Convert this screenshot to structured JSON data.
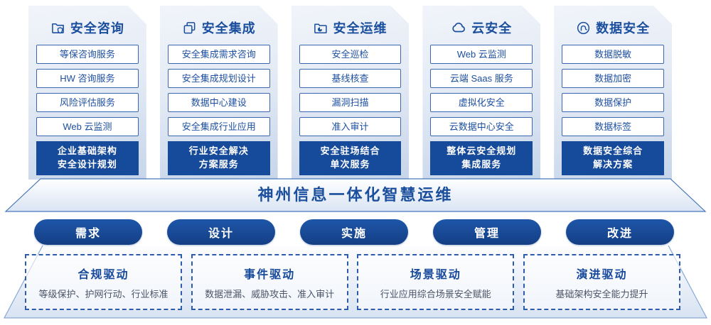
{
  "colors": {
    "primary": "#17499B",
    "primary_dark": "#143E84",
    "box_border": "#3A67B0",
    "text_blue": "#1B4F9E",
    "desc_gray": "#4A5568"
  },
  "columns": [
    {
      "title": "安全咨询",
      "icon": "folder-shield-icon",
      "items": [
        "等保咨询服务",
        "HW 咨询服务",
        "风险评估服务",
        "Web 云监测"
      ],
      "footer_lines": [
        "企业基础架构",
        "安全设计规划"
      ]
    },
    {
      "title": "安全集成",
      "icon": "layers-icon",
      "items": [
        "安全集成需求咨询",
        "安全集成规划设计",
        "数据中心建设",
        "安全集成行业应用"
      ],
      "footer_lines": [
        "行业安全解决",
        "方案服务"
      ]
    },
    {
      "title": "安全运维",
      "icon": "folder-pie-icon",
      "items": [
        "安全巡检",
        "基线核查",
        "漏洞扫描",
        "准入审计"
      ],
      "footer_lines": [
        "安全驻场结合",
        "单次服务"
      ]
    },
    {
      "title": "云安全",
      "icon": "cloud-icon",
      "items": [
        "Web 云监测",
        "云端 Saas 服务",
        "虚拟化安全",
        "云数据中心安全"
      ],
      "footer_lines": [
        "整体云安全规划",
        "集成服务"
      ]
    },
    {
      "title": "数据安全",
      "icon": "fingerprint-icon",
      "items": [
        "数据脱敏",
        "数据加密",
        "数据保护",
        "数据标签"
      ],
      "footer_lines": [
        "数据安全综合",
        "解决方案"
      ]
    }
  ],
  "banner": {
    "title": "神州信息一体化智慧运维"
  },
  "phases": [
    {
      "label": "需求"
    },
    {
      "label": "设计"
    },
    {
      "label": "实施"
    },
    {
      "label": "管理"
    },
    {
      "label": "改进"
    }
  ],
  "drivers": [
    {
      "title": "合规驱动",
      "desc": "等级保护、护网行动、行业标准"
    },
    {
      "title": "事件驱动",
      "desc": "数据泄漏、威胁攻击、准入审计"
    },
    {
      "title": "场景驱动",
      "desc": "行业应用综合场景安全赋能"
    },
    {
      "title": "演进驱动",
      "desc": "基础架构安全能力提升"
    }
  ]
}
